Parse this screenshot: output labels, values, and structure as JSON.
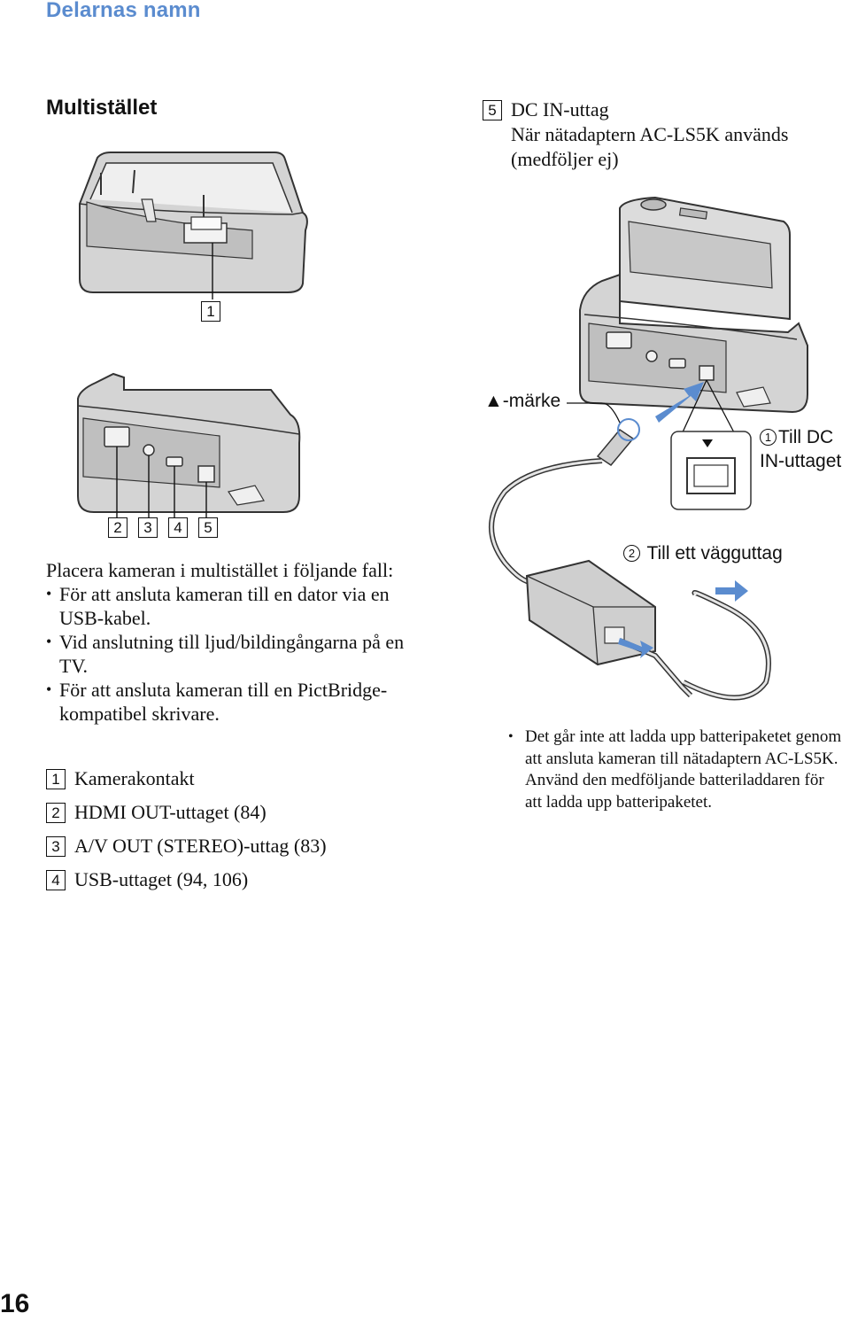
{
  "header": {
    "title": "Delarnas namn"
  },
  "section": {
    "title": "Multistället"
  },
  "dc_in": {
    "number": "5",
    "line1": "DC IN-uttag",
    "line2": "När nätadaptern AC-LS5K används",
    "line3": "(medföljer ej)"
  },
  "callouts": {
    "dock_top": "1",
    "dock_front": [
      "2",
      "3",
      "4",
      "5"
    ]
  },
  "intro": {
    "lead": "Placera kameran i multistället i följande fall:",
    "bullets": [
      "För att ansluta kameran till en dator via en USB-kabel.",
      "Vid anslutning till ljud/bildingångarna på en TV.",
      "För att ansluta kameran till en PictBridge-kompatibel skrivare."
    ]
  },
  "parts": [
    {
      "number": "1",
      "label": "Kamerakontakt"
    },
    {
      "number": "2",
      "label": "HDMI OUT-uttaget (84)"
    },
    {
      "number": "3",
      "label": "A/V OUT (STEREO)-uttag (83)"
    },
    {
      "number": "4",
      "label": "USB-uttaget (94, 106)"
    }
  ],
  "diagram": {
    "mark_label": "▲-märke",
    "to_dc_in_num": "1",
    "to_dc_in_line1": "Till DC",
    "to_dc_in_line2": "IN-uttaget",
    "to_outlet_num": "2",
    "to_outlet": "Till ett vägguttag",
    "accent_color": "#5b8ccf"
  },
  "note": {
    "text": "Det går inte att ladda upp batteripaketet genom att ansluta kameran till nätadaptern AC-LS5K. Använd den medföljande batteriladdaren för att ladda upp batteripaketet."
  },
  "page": {
    "number": "16"
  }
}
